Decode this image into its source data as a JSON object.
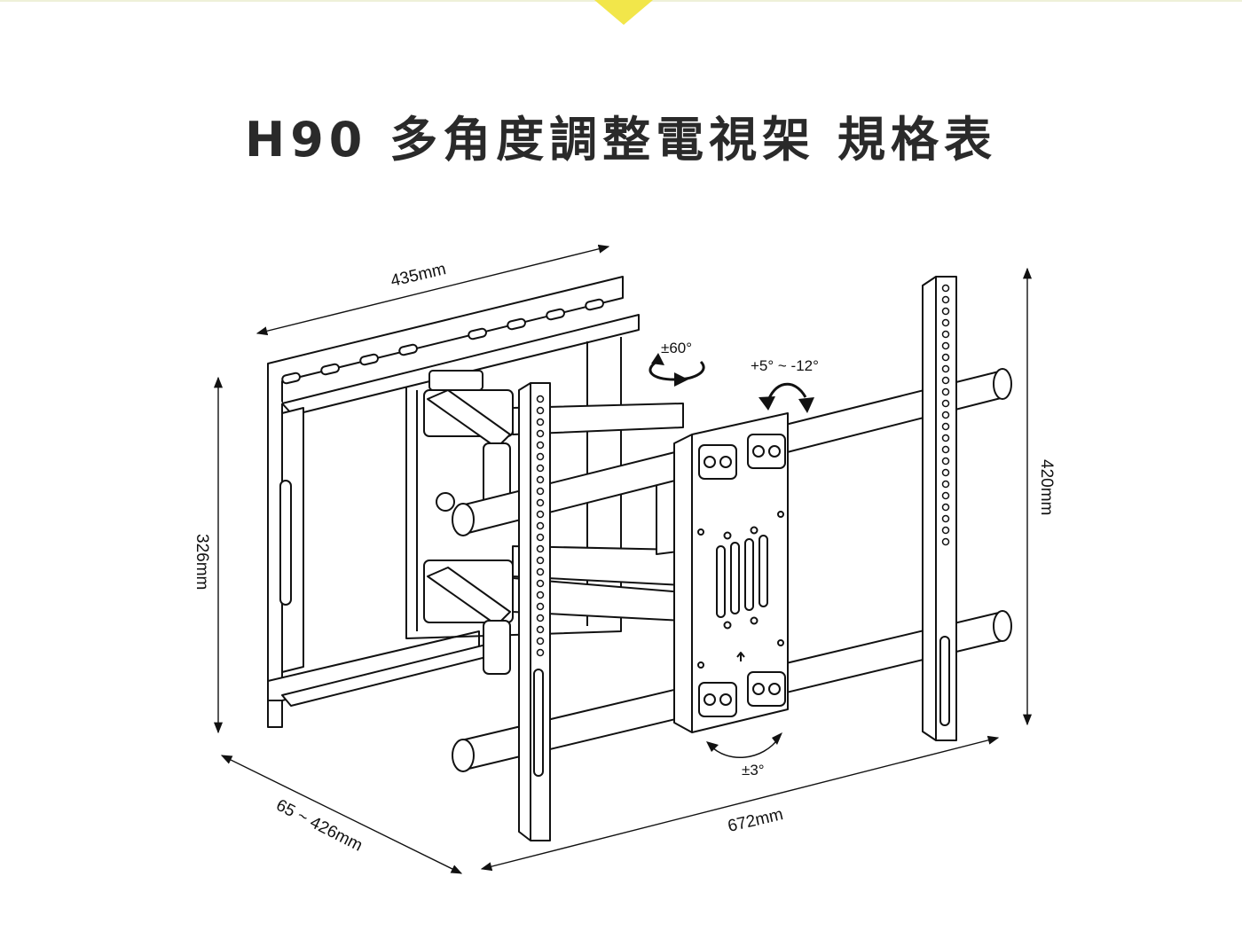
{
  "title": "H90 多角度調整電視架 規格表",
  "dimensions": {
    "wall_width": "435mm",
    "wall_height": "326mm",
    "depth": "65 ~ 426mm",
    "tv_width": "672mm",
    "tv_height": "420mm"
  },
  "adjustments": {
    "swivel": "±60°",
    "tilt": "+5° ~ -12°",
    "rotation": "±3°"
  }
}
